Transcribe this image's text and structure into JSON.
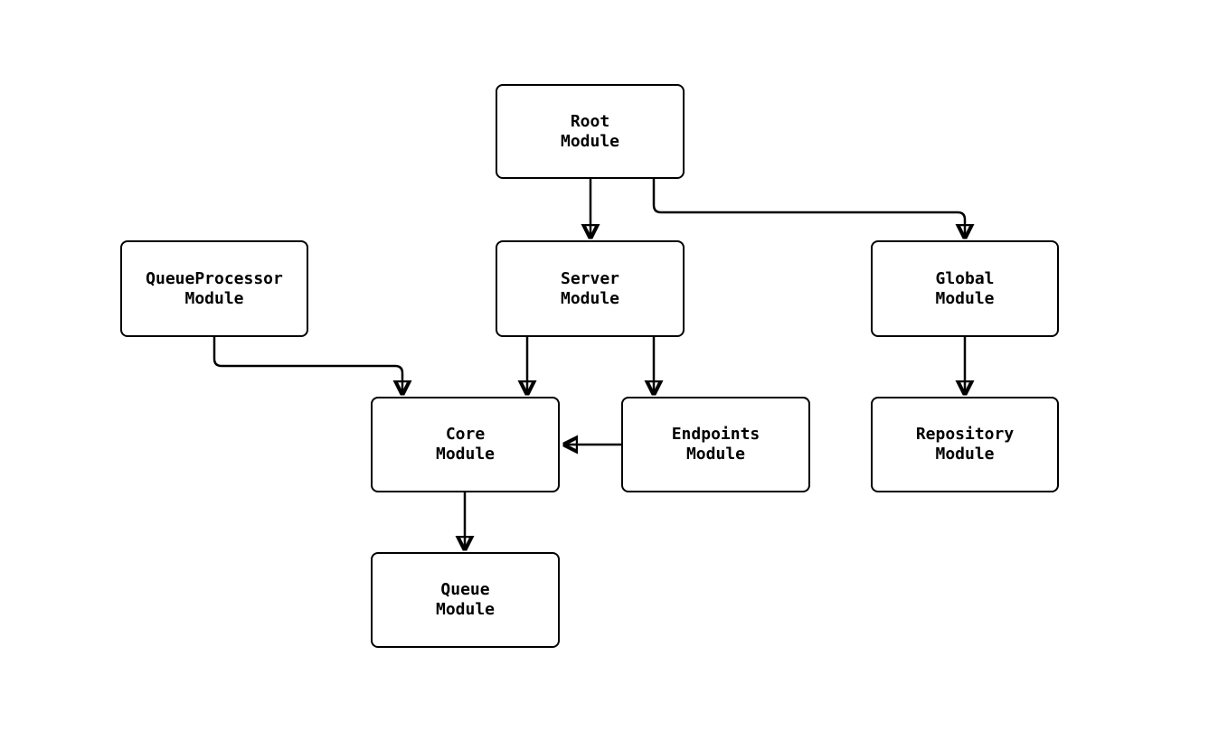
{
  "diagram": {
    "type": "flowchart",
    "orientation": "top-down",
    "background_color": "#ffffff",
    "node_fill_color": "#ffffff",
    "node_border_color": "#000000",
    "edge_color": "#000000",
    "text_color": "#000000",
    "nodes": {
      "root": {
        "label": "Root\nModule"
      },
      "queueprocessor": {
        "label": "QueueProcessor\nModule"
      },
      "server": {
        "label": "Server\nModule"
      },
      "global": {
        "label": "Global\nModule"
      },
      "core": {
        "label": "Core\nModule"
      },
      "endpoints": {
        "label": "Endpoints\nModule"
      },
      "repository": {
        "label": "Repository\nModule"
      },
      "queue": {
        "label": "Queue\nModule"
      }
    },
    "edges": [
      {
        "from": "Root Module",
        "to": "Server Module"
      },
      {
        "from": "Root Module",
        "to": "Global Module"
      },
      {
        "from": "QueueProcessor Module",
        "to": "Core Module"
      },
      {
        "from": "Server Module",
        "to": "Core Module"
      },
      {
        "from": "Server Module",
        "to": "Endpoints Module"
      },
      {
        "from": "Endpoints Module",
        "to": "Core Module"
      },
      {
        "from": "Global Module",
        "to": "Repository Module"
      },
      {
        "from": "Core Module",
        "to": "Queue Module"
      }
    ]
  }
}
